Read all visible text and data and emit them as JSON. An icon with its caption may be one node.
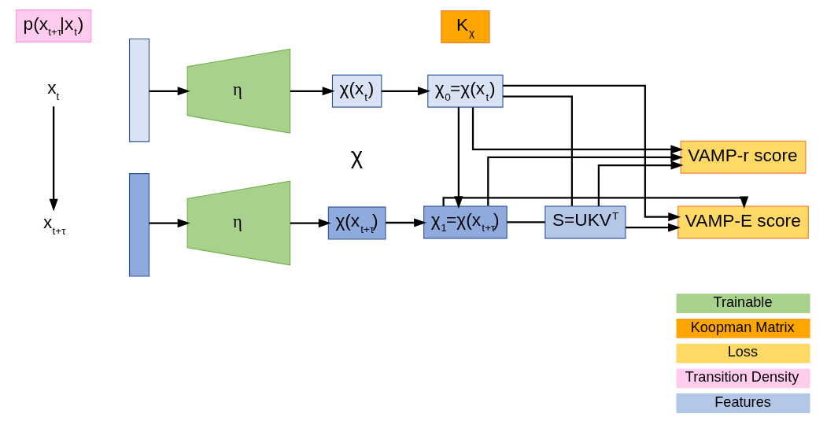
{
  "diagram": {
    "nodes": [
      {
        "text": [
          "x$_{t}$"
        ]
      },
      {
        "text": [],
        "shape": "bar"
      },
      {
        "text": [
          "η"
        ]
      },
      {
        "text": [
          "χ(x$_{t}$)"
        ]
      },
      {
        "text": [
          "χ$_{0}$=χ(x$_{t}$)"
        ]
      },
      {
        "text": [
          "p(x$_{t+τ}$|x$_{t}$)"
        ]
      },
      {
        "text": [
          "K$_{χ}$"
        ]
      },
      {
        "text": [
          "S=UKV$^{T}$"
        ]
      },
      {
        "text": [
          "VAMP-E score"
        ]
      },
      {
        "text": [
          "VAMP-r score"
        ]
      },
      {
        "text": [
          "x$_{t+τ}$"
        ]
      },
      {
        "text": [],
        "shape": "bar"
      },
      {
        "text": [
          "η"
        ]
      },
      {
        "text": [
          "χ(x$_{t+τ}$)"
        ]
      },
      {
        "text": [
          "χ$_{1}$=χ(x$_{t+τ}$)"
        ]
      }
    ],
    "edges": [
      {
        "from": 0,
        "to": 10,
        "arrow": "to"
      },
      {
        "from": 1,
        "to": 2,
        "arrow": "to"
      },
      {
        "from": 2,
        "to": 3,
        "arrow": "to"
      },
      {
        "from": 3,
        "to": 4,
        "arrow": "to"
      },
      {
        "from": 4,
        "to": 14,
        "arrow": "to"
      },
      {
        "from": 11,
        "to": 12,
        "arrow": "to"
      },
      {
        "from": 12,
        "to": 13,
        "arrow": "to"
      },
      {
        "from": 13,
        "to": 14,
        "arrow": "to"
      },
      {
        "from": 4,
        "to": 7,
        "arrow": "none"
      },
      {
        "from": 14,
        "to": 7,
        "arrow": "none"
      },
      {
        "from": 7,
        "to": 8,
        "arrow": "to"
      },
      {
        "from": 7,
        "to": 9,
        "arrow": "to"
      },
      {
        "from": 4,
        "to": 8,
        "arrow": "to"
      },
      {
        "from": 4,
        "to": 9,
        "arrow": "to"
      },
      {
        "from": 14,
        "to": 8,
        "arrow": "to"
      },
      {
        "from": 14,
        "to": 9,
        "arrow": "to"
      }
    ],
    "labels": [
      "χ"
    ],
    "legend": [
      {
        "text": "Trainable",
        "color": "#a9d18e"
      },
      {
        "text": "Koopman Matrix",
        "color": "#ffa500"
      },
      {
        "text": "Loss",
        "color": "#ffd966"
      },
      {
        "text": "Transition Density",
        "color": "#ffccee"
      },
      {
        "text": "Features",
        "color": "#b4c7e7"
      }
    ]
  }
}
